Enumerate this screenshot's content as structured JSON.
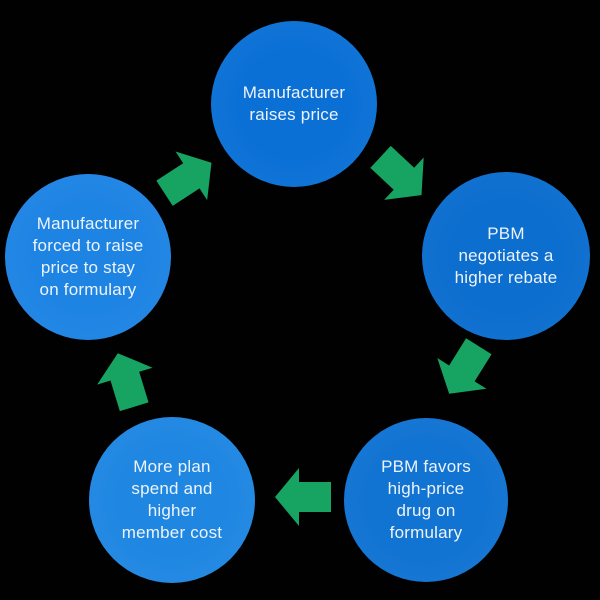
{
  "diagram": {
    "type": "cycle",
    "direction": "clockwise",
    "node_count": 5
  },
  "colors": {
    "background": "#010101",
    "arrow": "#17a463",
    "text": "#eef3f8"
  },
  "nodes": [
    {
      "id": "manufacturer-raises-price",
      "label": "Manufacturer\nraises price",
      "color": "#0b70d6"
    },
    {
      "id": "pbm-negotiates-higher-rebate",
      "label": "PBM\nnegotiates a\nhigher rebate",
      "color": "#0c6ecf"
    },
    {
      "id": "pbm-favors-high-price-drug",
      "label": "PBM favors\nhigh-price\ndrug on\nformulary",
      "color": "#1173d2"
    },
    {
      "id": "more-plan-spend-higher-cost",
      "label": "More plan\nspend and\nhigher\nmember cost",
      "color": "#1f87e2"
    },
    {
      "id": "manufacturer-forced-raise-price",
      "label": "Manufacturer\nforced to raise\nprice to stay\non formulary",
      "color": "#1e84e4"
    }
  ],
  "arrows": [
    {
      "from": "manufacturer-raises-price",
      "to": "pbm-negotiates-higher-rebate"
    },
    {
      "from": "pbm-negotiates-higher-rebate",
      "to": "pbm-favors-high-price-drug"
    },
    {
      "from": "pbm-favors-high-price-drug",
      "to": "more-plan-spend-higher-cost"
    },
    {
      "from": "more-plan-spend-higher-cost",
      "to": "manufacturer-forced-raise-price"
    },
    {
      "from": "manufacturer-forced-raise-price",
      "to": "manufacturer-raises-price"
    }
  ]
}
